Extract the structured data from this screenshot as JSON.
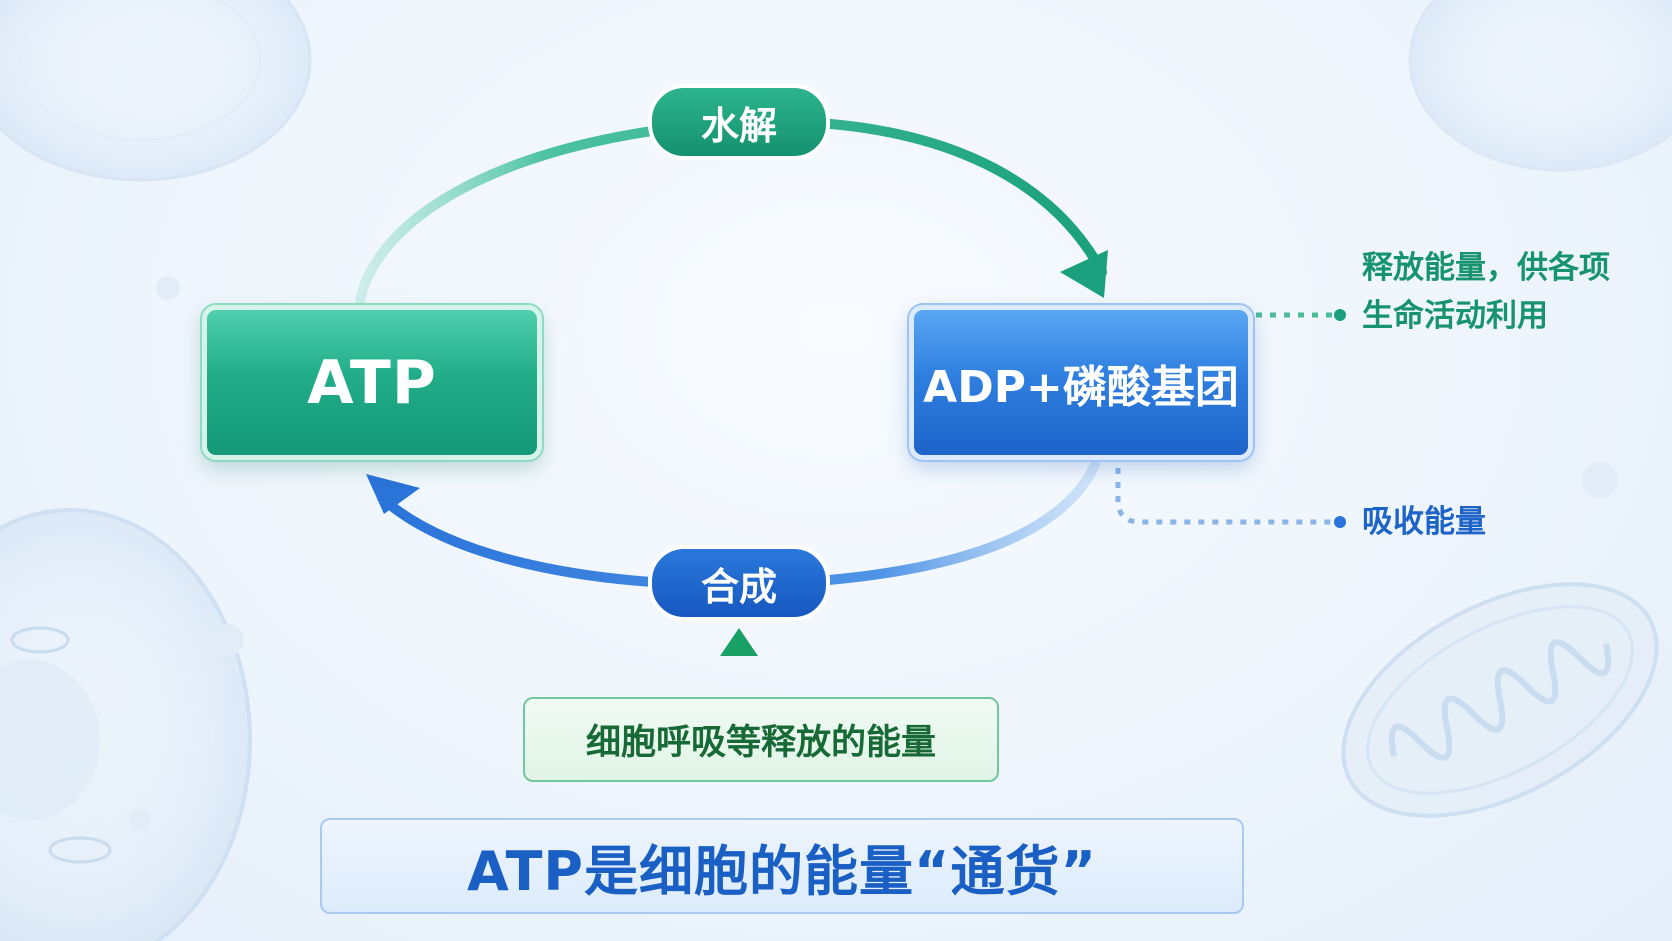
{
  "nodes": {
    "atp": "ATP",
    "adp": "ADP+磷酸基团"
  },
  "processes": {
    "hydrolysis": "水解",
    "synthesis": "合成"
  },
  "notes": {
    "release_line1": "释放能量，供各项",
    "release_line2": "生命活动利用",
    "absorb": "吸收能量"
  },
  "energy_source": "细胞呼吸等释放的能量",
  "summary": "ATP是细胞的能量“通货”",
  "colors": {
    "green": "#1aa07c",
    "blue": "#2a73d9",
    "note_green": "#17946f",
    "note_blue": "#1e63c8"
  }
}
